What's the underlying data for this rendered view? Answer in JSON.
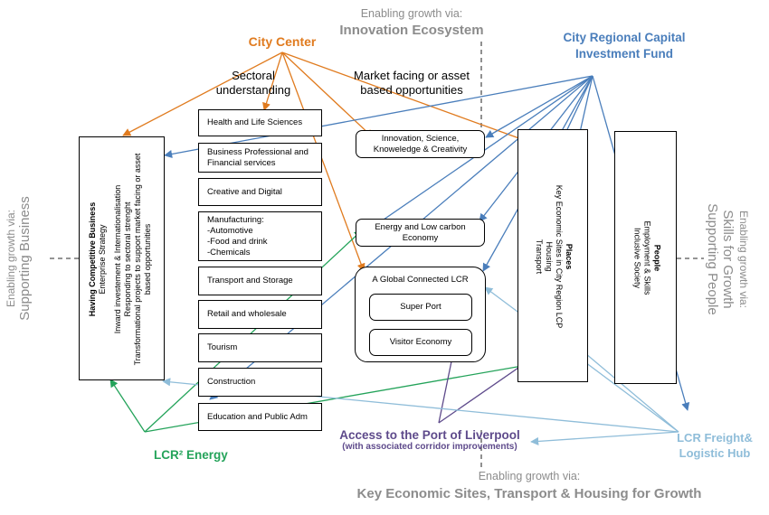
{
  "top_enabling": {
    "pre": "Enabling growth via:",
    "main": "Innovation Ecosystem"
  },
  "bottom_enabling": {
    "pre": "Enabling growth via:",
    "main": "Key Economic Sites, Transport & Housing for Growth"
  },
  "left_enabling": {
    "pre": "Enabling growth via:",
    "main": "Supporting Business"
  },
  "right_enabling": {
    "pre": "Enabling growth via:",
    "main": "Skills for Growth",
    "main2": "Supporting People"
  },
  "city_center": "City Center",
  "capital_fund": {
    "line1": "City Regional Capital",
    "line2": "Investment Fund"
  },
  "sectoral": {
    "line1": "Sectoral",
    "line2": "understanding"
  },
  "market": {
    "line1": "Market facing or asset",
    "line2": "based opportunities"
  },
  "sectors": [
    "Health and Life Sciences",
    "Business Professional and Financial services",
    "Creative and Digital",
    "Manufacturing: -Automotive -Food and drink -Chemicals",
    "Transport and Storage",
    "Retail and wholesale",
    "Tourism",
    "Construction",
    "Education and Public Adm"
  ],
  "manufacturing_lines": [
    "Manufacturing:",
    "-Automotive",
    "-Food and drink",
    "-Chemicals"
  ],
  "business_prof_lines": [
    "Business Professional and",
    "Financial services"
  ],
  "opportunities": {
    "innovation": [
      "Innovation, Science,",
      "Knoweledge & Creativity"
    ],
    "energy": [
      "Energy and Low carbon",
      "Economy"
    ],
    "global": "A Global Connected LCR",
    "super_port": "Super Port",
    "visitor": "Visitor Economy"
  },
  "business_box": {
    "title": "Having Competitive Business",
    "subtitle": "Enterprise Strategy",
    "lines": [
      "Inward investement & Internationalisation",
      "Responding to sectoral strenght",
      "Transformational projects to support market facing or asset",
      "based opportunities"
    ]
  },
  "places_box": {
    "title": "Places",
    "lines": [
      "Key Economic Sites in City Region LCP",
      "Housing",
      "Transport"
    ]
  },
  "people_box": {
    "title": "People",
    "lines": [
      "Employment & Skills",
      "Inclusive Society"
    ]
  },
  "lcr_energy": "LCR² Energy",
  "port_access": {
    "line1": "Access to the Port of Liverpool",
    "line2": "(with associated corridor improvements)"
  },
  "freight": {
    "line1": "LCR Freight&",
    "line2": "Logistic Hub"
  },
  "colors": {
    "orange": "#e07b1f",
    "blue": "#4a7ebb",
    "green": "#24a35a",
    "purple": "#5e4a8b",
    "lightblue": "#8fbdd9",
    "gray": "#8c8c8c"
  }
}
